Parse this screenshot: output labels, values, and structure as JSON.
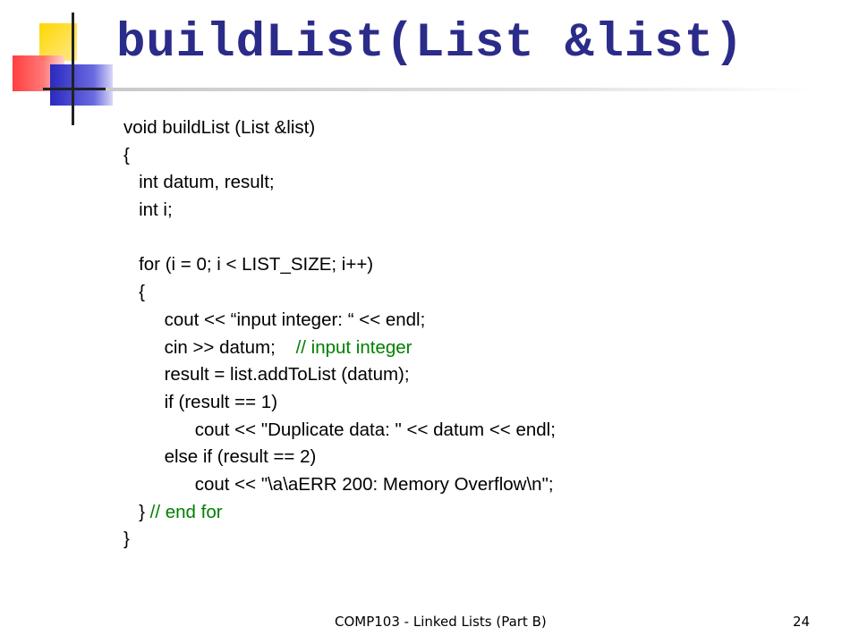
{
  "slide": {
    "title": "buildList(List &list)",
    "code_lines": [
      {
        "code": "void buildList (List &list)",
        "comment": ""
      },
      {
        "code": "{",
        "comment": ""
      },
      {
        "code": "   int datum, result;",
        "comment": ""
      },
      {
        "code": "   int i;",
        "comment": ""
      },
      {
        "code": "",
        "comment": ""
      },
      {
        "code": "   for (i = 0; i < LIST_SIZE; i++)",
        "comment": ""
      },
      {
        "code": "   {",
        "comment": ""
      },
      {
        "code": "        cout << “input integer: “ << endl;",
        "comment": ""
      },
      {
        "code": "        cin >> datum;    ",
        "comment": "// input integer"
      },
      {
        "code": "        result = list.addToList (datum);",
        "comment": ""
      },
      {
        "code": "        if (result == 1)",
        "comment": ""
      },
      {
        "code": "              cout << \"Duplicate data: \" << datum << endl;",
        "comment": ""
      },
      {
        "code": "        else if (result == 2)",
        "comment": ""
      },
      {
        "code": "              cout << \"\\a\\aERR 200: Memory Overflow\\n\";",
        "comment": ""
      },
      {
        "code": "   } ",
        "comment": "// end for"
      },
      {
        "code": "}",
        "comment": ""
      }
    ],
    "footer_text": "COMP103 - Linked Lists (Part B)",
    "page_number": "24"
  },
  "colors": {
    "title": "#2b2b8a",
    "comment": "#008000",
    "deco_yellow": "#ffd700",
    "deco_red": "#ff3b3b",
    "deco_blue": "#3333cc"
  }
}
